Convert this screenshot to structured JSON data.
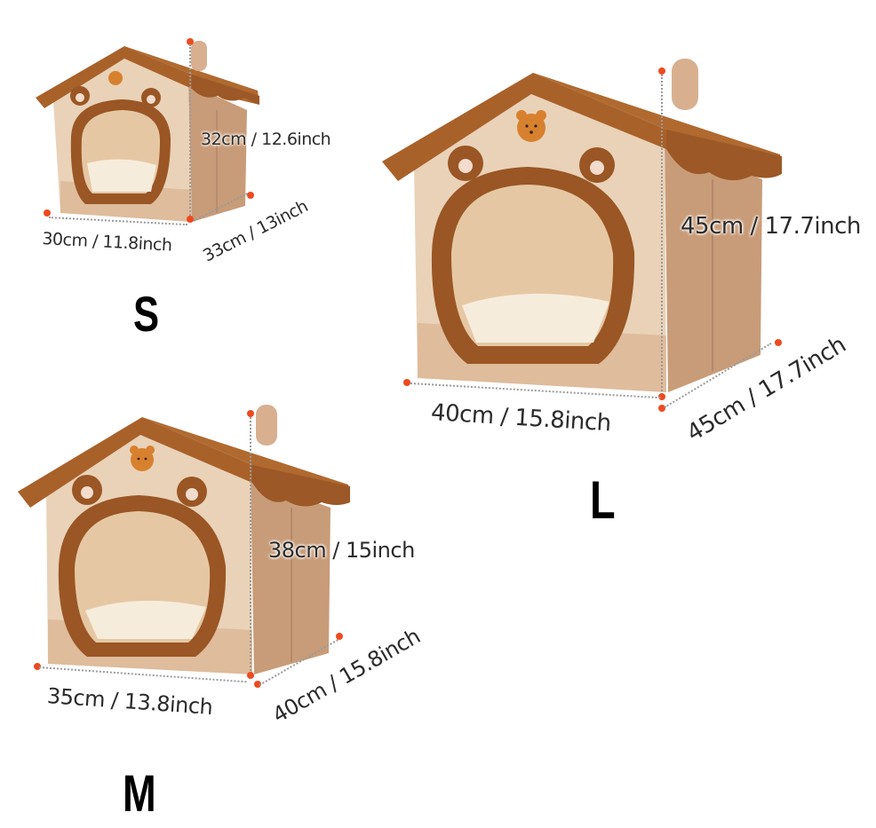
{
  "products": [
    {
      "size": "S",
      "width": "30cm / 11.8inch",
      "depth": "33cm / 13inch",
      "height": "32cm / 12.6inch"
    },
    {
      "size": "L",
      "width": "40cm / 15.8inch",
      "depth": "45cm / 17.7inch",
      "height": "45cm / 17.7inch"
    },
    {
      "size": "M",
      "width": "35cm / 13.8inch",
      "depth": "40cm / 15.8inch",
      "height": "38cm / 15inch"
    }
  ],
  "colors": {
    "roof": "#a9612a",
    "front_wall": "#e9d2b8",
    "front_wall_lower": "#d9b290",
    "side_wall": "#c89c78",
    "door_trim": "#9a5624",
    "interior": "#e6c7a4",
    "cushion": "#f6ecdc",
    "chimney": "#d8b090",
    "marker": "#ee4a1f",
    "text": "#2b2b2b",
    "size_label": "#000000"
  }
}
